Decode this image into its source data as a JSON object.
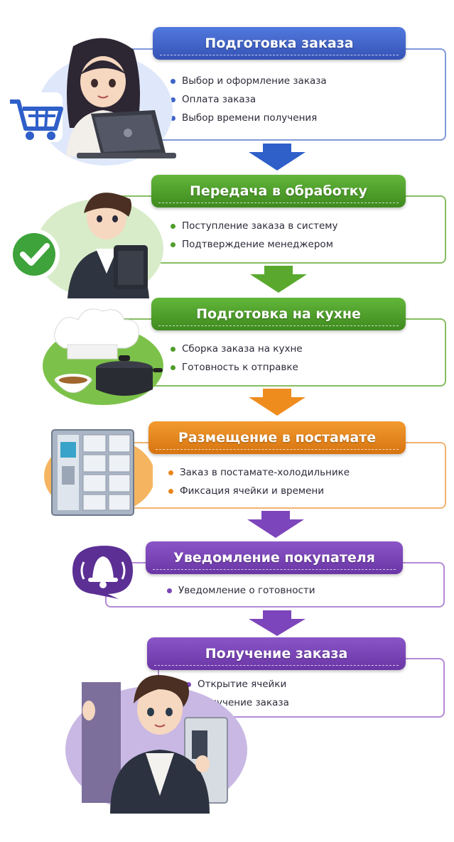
{
  "steps": [
    {
      "title": "Подготовка заказа",
      "color": "#3f63c9",
      "items": [
        "Выбор и оформление заказа",
        "Оплата заказа",
        "Выбор времени получения"
      ]
    },
    {
      "title": "Передача в обработку",
      "color": "#4f9d2a",
      "items": [
        "Поступление заказа в систему",
        "Подтверждение менеджером"
      ]
    },
    {
      "title": "Подготовка на кухне",
      "color": "#4f9d2a",
      "items": [
        "Сборка заказа на кухне",
        "Готовность к отправке"
      ]
    },
    {
      "title": "Размещение в постамате",
      "color": "#e8861c",
      "items": [
        "Заказ в постамате-холодильнике",
        "Фиксация ячейки и времени"
      ]
    },
    {
      "title": "Уведомление покупателя",
      "color": "#7a45b8",
      "items": [
        "Уведомление о готовности"
      ]
    },
    {
      "title": "Получение заказа",
      "color": "#7a45b8",
      "items": [
        "Открытие ячейки",
        "Получение заказа"
      ]
    }
  ],
  "colors": {
    "blue": "#3f63c9",
    "green": "#4f9d2a",
    "orange": "#e8861c",
    "purple": "#7a45b8"
  }
}
